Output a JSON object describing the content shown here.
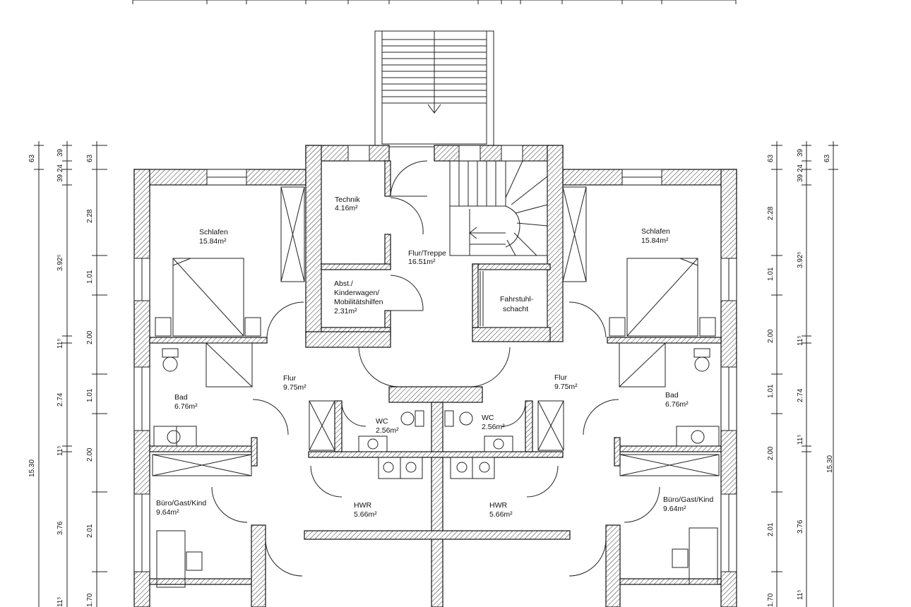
{
  "rooms": {
    "technik_name": "Technik",
    "technik_area": "4.16m²",
    "flur_treppe_name": "Flur/Treppe",
    "flur_treppe_area": "16.51m²",
    "abst_line1": "Abst./",
    "abst_line2": "Kinderwagen/",
    "abst_line3": "Mobilitätshilfen",
    "abst_area": "2.31m²",
    "fahrstuhl_line1": "Fahrstuhl-",
    "fahrstuhl_line2": "schacht",
    "schlafen_left_name": "Schlafen",
    "schlafen_left_area": "15.84m²",
    "schlafen_right_name": "Schlafen",
    "schlafen_right_area": "15.84m²",
    "flur_left_name": "Flur",
    "flur_left_area": "9.75m²",
    "flur_right_name": "Flur",
    "flur_right_area": "9.75m²",
    "bad_left_name": "Bad",
    "bad_left_area": "6.76m²",
    "bad_right_name": "Bad",
    "bad_right_area": "6.76m²",
    "wc_left_name": "WC",
    "wc_left_area": "2.56m²",
    "wc_right_name": "WC",
    "wc_right_area": "2.56m²",
    "hwr_left_name": "HWR",
    "hwr_left_area": "5.66m²",
    "hwr_right_name": "HWR",
    "hwr_right_area": "5.66m²",
    "buero_left_name": "Büro/Gast/Kind",
    "buero_left_area": "9.64m²",
    "buero_right_name": "Büro/Gast/Kind",
    "buero_right_area": "9.64m²"
  },
  "dimensions": {
    "d63": "63",
    "d39": "39",
    "d24": "24",
    "d228": "2.28",
    "d392": "3.92⁵",
    "d101": "1.01",
    "d11": "11⁵",
    "d200": "2.00",
    "d274": "2.74",
    "d376": "3.76",
    "d201": "2.01",
    "d170": "1.70",
    "d1530": "15.30"
  }
}
